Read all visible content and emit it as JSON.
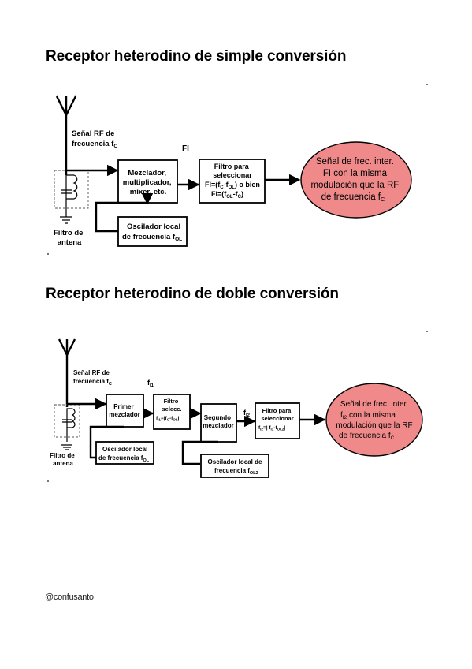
{
  "section1": {
    "title": "Receptor heterodino de simple conversión",
    "signal_label": [
      "Señal RF de",
      "frecuencia f",
      "C"
    ],
    "antenna_filter_label": [
      "Filtro de",
      "antena"
    ],
    "fi_label": "FI",
    "mixer_label": [
      "Mezclador,",
      "multiplicador,",
      "mixer, etc."
    ],
    "oscillator_label": [
      "Oscilador local",
      "de frecuencia f",
      "OL"
    ],
    "filter_label": {
      "line1": "Filtro para",
      "line2": "seleccionar",
      "line3": [
        "FI=(f",
        "C",
        "-f",
        "OL",
        ") o bien"
      ],
      "line4": [
        "FI=(f",
        "OL",
        "-f",
        "C",
        ")"
      ]
    },
    "output_label": {
      "line1": "Señal de frec. inter.",
      "line2": "FI con la misma",
      "line3": "modulación que la RF",
      "line4": [
        "de frecuencia f",
        "C"
      ]
    },
    "output_fill": "#f08a8a"
  },
  "section2": {
    "title": "Receptor heterodino de doble conversión",
    "signal_label": [
      "Señal RF de",
      "frecuencia f",
      "C"
    ],
    "antenna_filter_label": [
      "Filtro de",
      "antena"
    ],
    "fi1_label": [
      "f",
      "I1"
    ],
    "fi2_label": [
      "f",
      "I2"
    ],
    "mixer1_label": [
      "Primer",
      "mezclador"
    ],
    "oscillator1_label": [
      "Oscilador local",
      "de frecuencia f",
      "OL"
    ],
    "filter1_label": {
      "line1": "Filtro",
      "line2": "selecc.",
      "line3": [
        "f",
        "I1",
        "=|f",
        "C",
        "-f",
        "OL",
        "|"
      ]
    },
    "mixer2_label": [
      "Segundo",
      "mezclador"
    ],
    "oscillator2_label": [
      "Oscilador local de",
      "frecuencia f",
      "OL2"
    ],
    "filter2_label": {
      "line1": "Filtro para",
      "line2": "seleccionar",
      "line3": [
        "f",
        "I2",
        "=| f",
        "I1",
        "-f",
        "OL2",
        "|"
      ]
    },
    "output_label": {
      "line1": "Señal de frec. inter.",
      "line2": [
        "f",
        "I2",
        " con la misma"
      ],
      "line3": "modulación que la RF",
      "line4": [
        "de frecuencia f",
        "C"
      ]
    },
    "output_fill": "#f08a8a"
  },
  "credit": "@confusanto"
}
